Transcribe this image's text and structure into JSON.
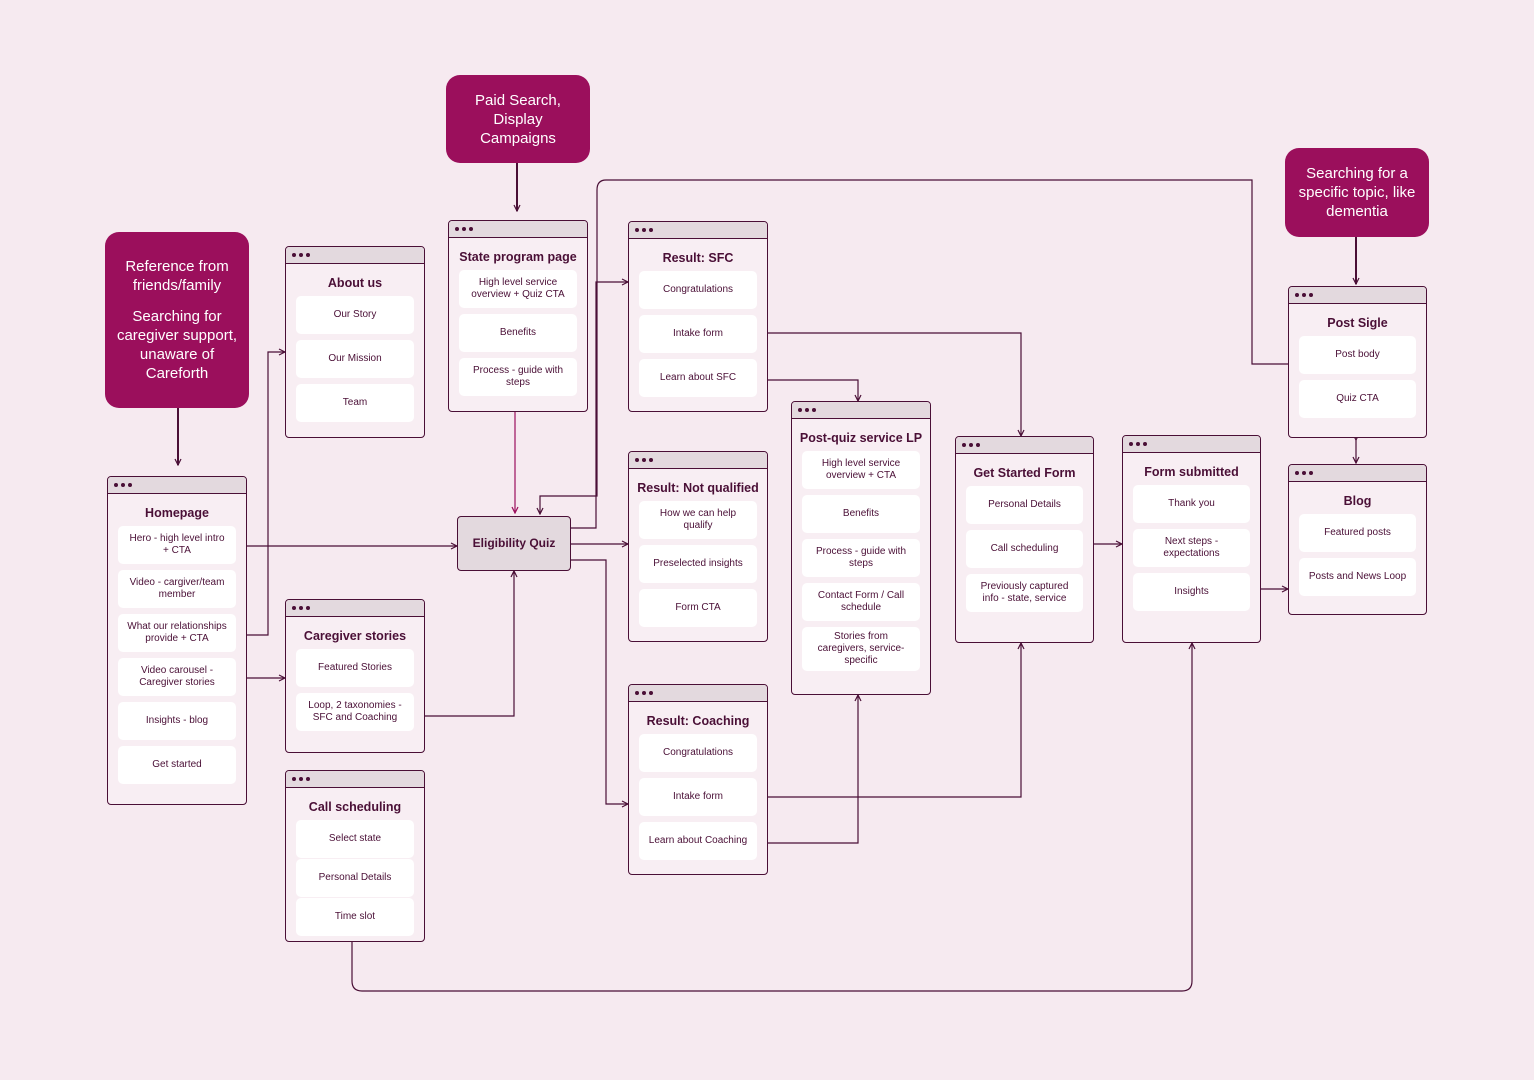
{
  "callouts": {
    "paid": "Paid Search, Display Campaigns",
    "reference_1": "Reference from friends/family",
    "reference_2": "Searching for caregiver support, unaware of Careforth",
    "topic": "Searching for a specific topic, like dementia"
  },
  "quiz": "Eligibility Quiz",
  "pages": {
    "homepage": {
      "title": "Homepage",
      "items": [
        "Hero - high level intro + CTA",
        "Video - cargiver/team member",
        "What our relationships provide + CTA",
        "Video carousel - Caregiver stories",
        "Insights - blog",
        "Get started"
      ]
    },
    "about": {
      "title": "About us",
      "items": [
        "Our Story",
        "Our Mission",
        "Team"
      ]
    },
    "stories": {
      "title": "Caregiver stories",
      "items": [
        "Featured Stories",
        "Loop, 2 taxonomies - SFC and Coaching"
      ]
    },
    "callsched": {
      "title": "Call scheduling",
      "items": [
        "Select state",
        "Personal Details",
        "Time slot"
      ]
    },
    "state": {
      "title": "State program page",
      "items": [
        "High level service overview + Quiz CTA",
        "Benefits",
        "Process - guide with steps"
      ]
    },
    "sfc": {
      "title": "Result: SFC",
      "items": [
        "Congratulations",
        "Intake form",
        "Learn about SFC"
      ]
    },
    "notq": {
      "title": "Result: Not qualified",
      "items": [
        "How we can help qualify",
        "Preselected insights",
        "Form CTA"
      ]
    },
    "coach": {
      "title": "Result: Coaching",
      "items": [
        "Congratulations",
        "Intake form",
        "Learn about Coaching"
      ]
    },
    "postquiz": {
      "title": "Post-quiz service LP",
      "items": [
        "High level service overview + CTA",
        "Benefits",
        "Process - guide with steps",
        "Contact Form / Call schedule",
        "Stories from caregivers, service-specific"
      ]
    },
    "getstarted": {
      "title": "Get Started Form",
      "items": [
        "Personal Details",
        "Call scheduling",
        "Previously captured info - state, service"
      ]
    },
    "submitted": {
      "title": "Form submitted",
      "items": [
        "Thank you",
        "Next steps - expectations",
        "Insights"
      ]
    },
    "post": {
      "title": "Post Sigle",
      "items": [
        "Post body",
        "Quiz CTA"
      ]
    },
    "blog": {
      "title": "Blog",
      "items": [
        "Featured posts",
        "Posts and News Loop"
      ]
    }
  },
  "colors": {
    "accent": "#9b0f5c",
    "ink": "#4a0f36",
    "background": "#f6eaf0",
    "chrome": "#e3d9de"
  }
}
